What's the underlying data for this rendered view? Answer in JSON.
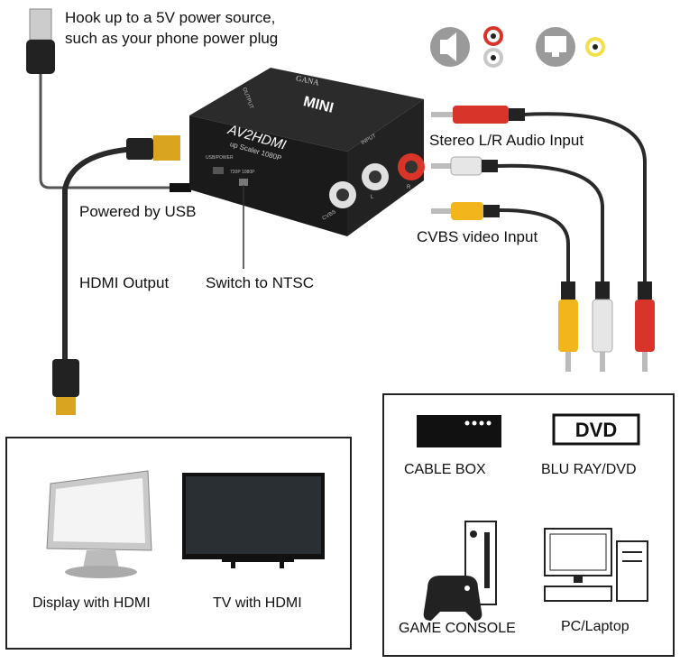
{
  "captions": {
    "power_source": "Hook up to a 5V power source,\nsuch as your phone power plug",
    "powered_by_usb": "Powered by USB",
    "hdmi_output": "HDMI Output",
    "switch_ntsc": "Switch to NTSC",
    "stereo_input": "Stereo L/R Audio Input",
    "cvbs_input": "CVBS video Input"
  },
  "device": {
    "brand": "GANA",
    "model": "MINI",
    "name": "AV2HDMI",
    "subtitle": "up Scaler 1080P",
    "port_output": "OUTPUT",
    "port_input": "INPUT",
    "port_usb": "USB/POWER",
    "port_cvbs": "CVBS",
    "switch_labels": "720P 1080P",
    "jack_l": "L",
    "jack_r": "R"
  },
  "outputs": {
    "display_label": "Display with HDMI",
    "tv_label": "TV with HDMI"
  },
  "sources": {
    "cable_box_label": "CABLE BOX",
    "dvd_badge": "DVD",
    "bluray_label": "BLU RAY/DVD",
    "game_label": "GAME CONSOLE",
    "pc_label": "PC/Laptop"
  },
  "icons": [
    "usb-plug-icon",
    "speaker-icon",
    "audio-rca-pair-icon",
    "monitor-icon",
    "video-rca-icon",
    "hdmi-plug-icon"
  ],
  "colors": {
    "rca_red": "#d8342a",
    "rca_white": "#e6e6e6",
    "rca_yellow": "#f2b51c",
    "device_body": "#1d1d1d",
    "hdmi_gold": "#d9a520"
  }
}
